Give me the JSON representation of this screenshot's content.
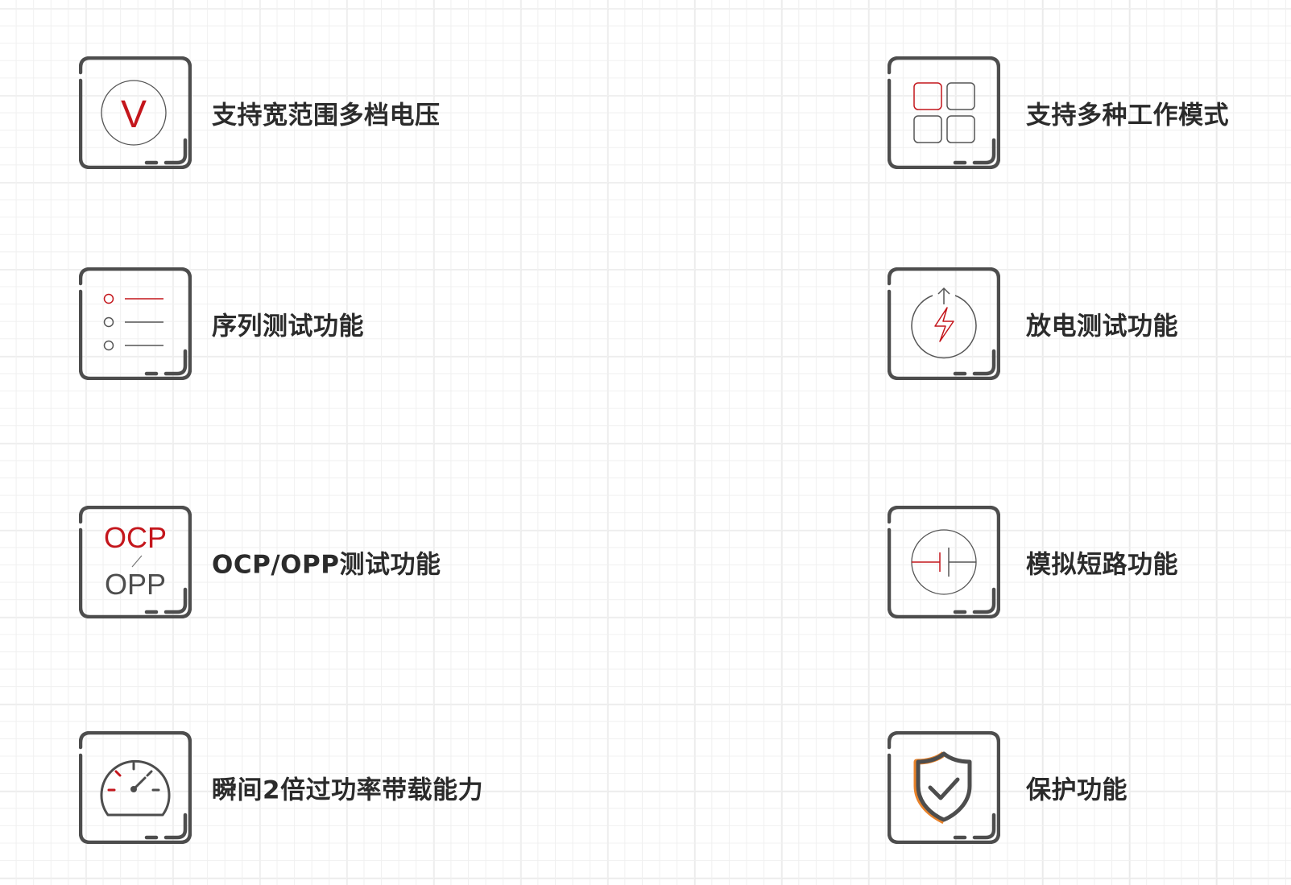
{
  "colors": {
    "accent_red": "#c4161c",
    "frame_gray": "#4d4d4d",
    "line_gray": "#666666",
    "accent_orange": "#e8822a",
    "grid": "#e3e3e3"
  },
  "features": [
    {
      "label": "支持宽范围多档电压",
      "icon": "voltage-icon",
      "icon_text": "V"
    },
    {
      "label": "支持多种工作模式",
      "icon": "modes-grid-icon"
    },
    {
      "label": "序列测试功能",
      "icon": "sequence-list-icon"
    },
    {
      "label": "放电测试功能",
      "icon": "discharge-lightning-icon"
    },
    {
      "label": "OCP/OPP测试功能",
      "icon": "ocp-opp-icon",
      "icon_text_top": "OCP",
      "icon_text_bottom": "OPP"
    },
    {
      "label": "模拟短路功能",
      "icon": "short-circuit-icon"
    },
    {
      "label": "瞬间2倍过功率带载能力",
      "icon": "gauge-icon"
    },
    {
      "label": "保护功能",
      "icon": "shield-check-icon"
    }
  ]
}
